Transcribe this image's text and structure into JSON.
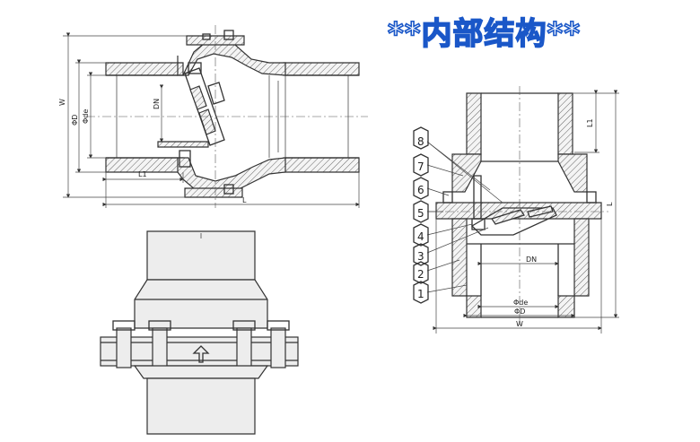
{
  "title": "**内部结构**",
  "left_view": {
    "dim_w": "W",
    "dim_d": "ΦD",
    "dim_de": "Φde",
    "dim_dn": "DN",
    "dim_l1": "L1",
    "dim_l": "L"
  },
  "right_view": {
    "dim_l1": "L1",
    "dim_l": "L",
    "dim_dn": "DN",
    "dim_de": "Φde",
    "dim_d": "ΦD",
    "dim_w": "W",
    "part_numbers": [
      "8",
      "7",
      "6",
      "5",
      "4",
      "3",
      "2",
      "1"
    ]
  }
}
